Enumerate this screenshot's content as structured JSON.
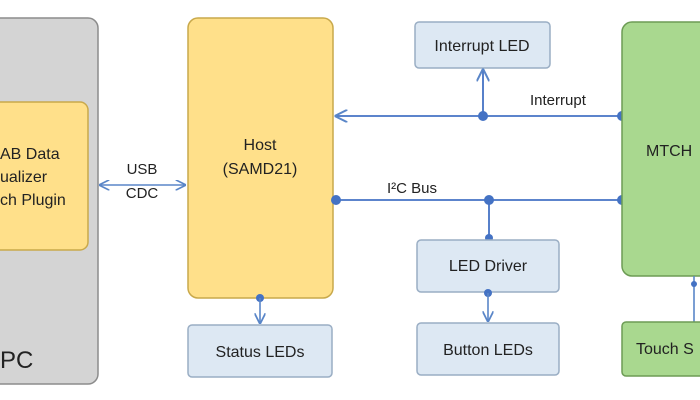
{
  "colors": {
    "pc_fill": "#d4d4d4",
    "pc_stroke": "#8c8c8c",
    "yellow_fill": "#ffe08a",
    "yellow_stroke": "#c9a94b",
    "blue_fill": "#dde8f3",
    "blue_stroke": "#9aaec4",
    "green_fill": "#a9d88f",
    "green_stroke": "#6d9c55",
    "line": "#4472c4",
    "arrow": "#5a86c8"
  },
  "pc": {
    "label": "PC",
    "plugin_line1": "AB Data",
    "plugin_line2": "ualizer",
    "plugin_line3": "ch Plugin"
  },
  "link": {
    "line1": "USB",
    "line2": "CDC"
  },
  "host": {
    "line1": "Host",
    "line2": "(SAMD21)"
  },
  "interrupt_led": {
    "label": "Interrupt LED"
  },
  "interrupt_line": {
    "label": "Interrupt"
  },
  "i2c_bus": {
    "label": "I²C Bus"
  },
  "led_driver": {
    "label": "LED Driver"
  },
  "button_leds": {
    "label": "Button LEDs"
  },
  "status_leds": {
    "label": "Status LEDs"
  },
  "mtch": {
    "label": "MTCH"
  },
  "touch_sensor": {
    "label": "Touch S"
  }
}
